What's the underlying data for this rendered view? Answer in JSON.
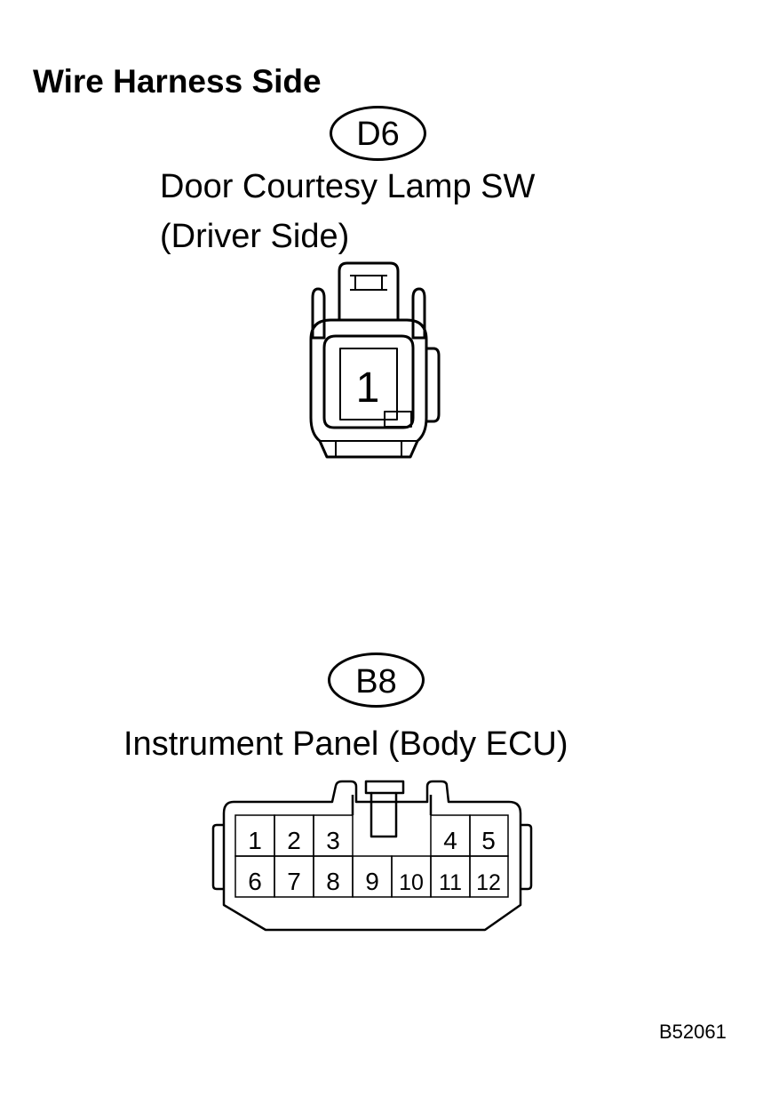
{
  "header": {
    "title": "Wire Harness Side"
  },
  "connectors": [
    {
      "code": "D6",
      "name_line1": "Door Courtesy Lamp SW",
      "name_line2": "(Driver Side)",
      "pins": [
        "1"
      ]
    },
    {
      "code": "B8",
      "name": "Instrument Panel (Body ECU)",
      "pins_top": [
        "1",
        "2",
        "3",
        "",
        "4",
        "5"
      ],
      "pins_bottom": [
        "6",
        "7",
        "8",
        "9",
        "10",
        "11",
        "12"
      ]
    }
  ],
  "footer": {
    "figure_code": "B52061"
  }
}
